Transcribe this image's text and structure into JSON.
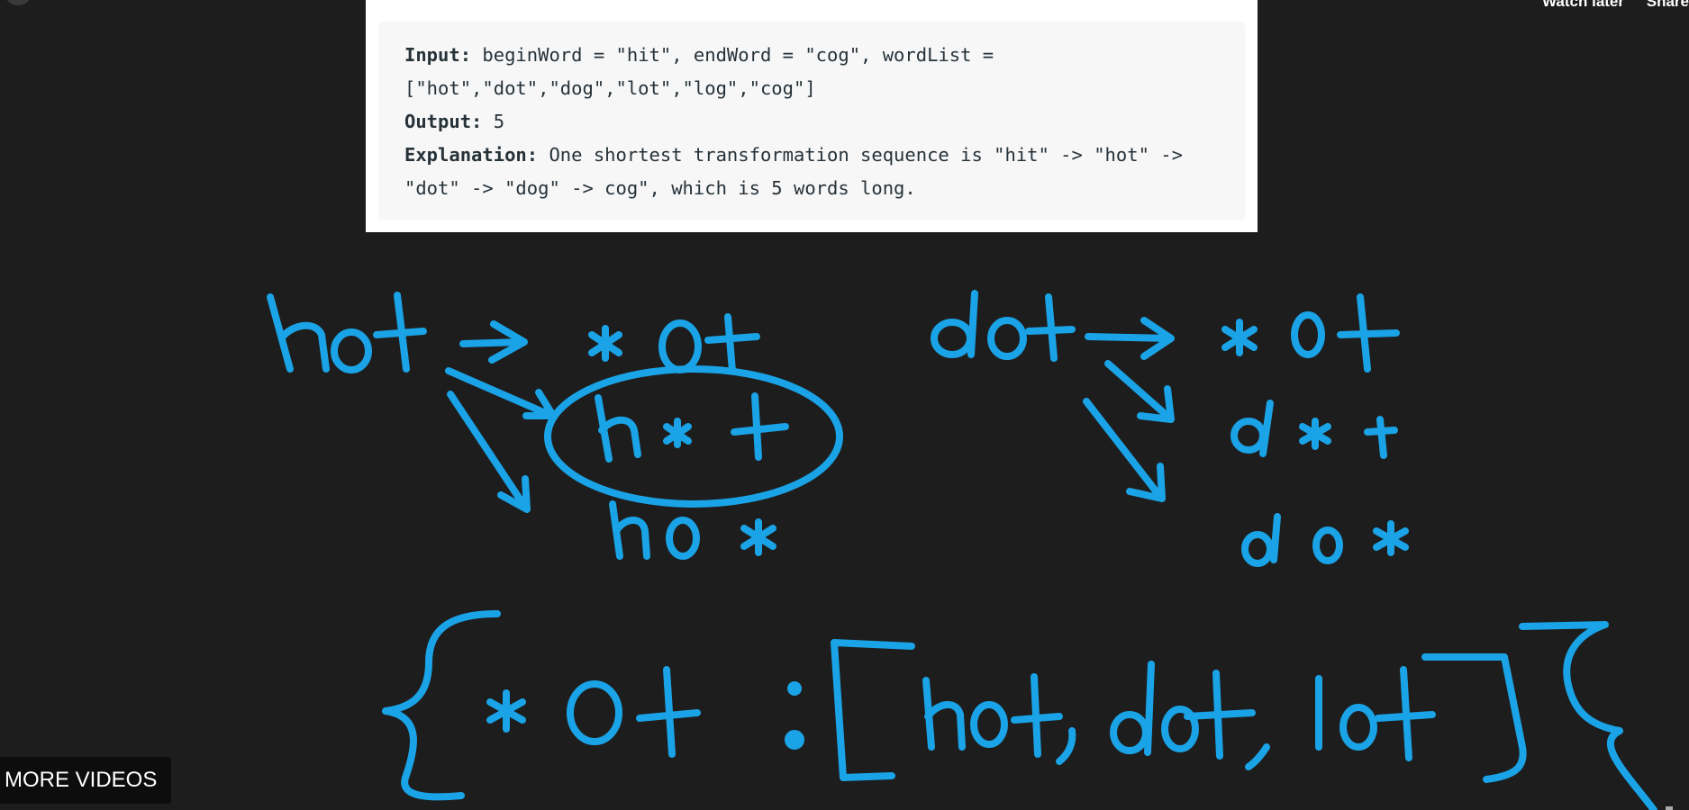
{
  "player": {
    "watch_later_label": "Watch later",
    "share_label": "Share",
    "more_videos_label": "MORE VIDEOS"
  },
  "problem": {
    "input_label": "Input:",
    "input_line1": "beginWord = \"hit\", endWord = \"cog\", wordList =",
    "input_line2": "[\"hot\",\"dot\",\"dog\",\"lot\",\"log\",\"cog\"]",
    "output_label": "Output:",
    "output_value": "5",
    "explanation_label": "Explanation:",
    "explanation_line1": "One shortest transformation sequence is \"hit\" -> \"hot\" ->",
    "explanation_line2": "\"dot\" -> \"dog\" -> cog\", which is 5 words long."
  },
  "whiteboard": {
    "ink_color": "#1aa3e6",
    "left_group": {
      "word": "hot",
      "patterns": [
        "*ot",
        "h*t",
        "ho*"
      ],
      "circled_pattern": "h*t"
    },
    "right_group": {
      "word": "dot",
      "patterns": [
        "*ot",
        "d*t",
        "do*"
      ]
    },
    "map_entry": {
      "key": "*ot",
      "values": [
        "hot",
        "dot",
        "lot"
      ]
    }
  }
}
